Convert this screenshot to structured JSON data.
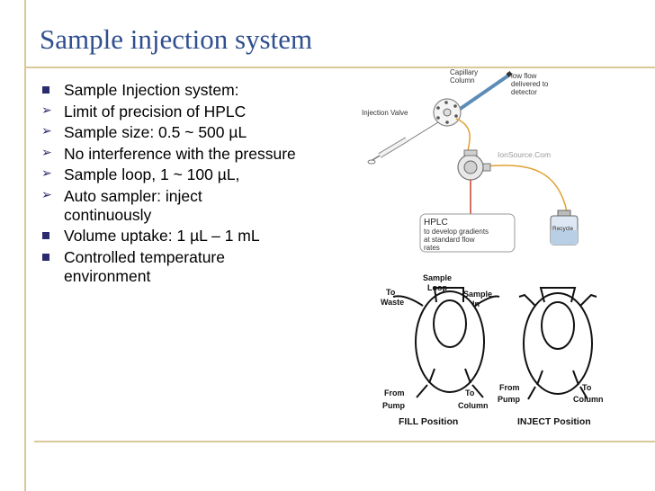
{
  "slide": {
    "title": "Sample injection system",
    "bullets": [
      {
        "marker": "square",
        "text": "Sample Injection system:"
      },
      {
        "marker": "arrow",
        "text": "Limit of precision of HPLC"
      },
      {
        "marker": "arrow",
        "text": "Sample size: 0.5 ~ 500 µL"
      },
      {
        "marker": "arrow",
        "text": "No interference with the pressure"
      },
      {
        "marker": "arrow",
        "text": "Sample loop, 1 ~ 100 µL,"
      },
      {
        "marker": "arrow",
        "text": "Auto sampler: inject continuously"
      },
      {
        "marker": "square",
        "text": "Volume uptake: 1 µL – 1 mL"
      },
      {
        "marker": "square",
        "text": "Controlled temperature environment"
      }
    ]
  },
  "diagram": {
    "capillary_line1": "Capillary",
    "capillary_line2": "Column",
    "low_flow_line1": "low flow",
    "low_flow_line2": "delivered to",
    "low_flow_line3": "detector",
    "injection_valve": "Injection Valve",
    "ionsource": "IonSource.Com",
    "hplc_title": "HPLC",
    "hplc_line1": "to develop gradients",
    "hplc_line2": "at standard flow",
    "hplc_line3": "rates",
    "recycle": "Recycle"
  },
  "valves": {
    "fill": {
      "to_waste_1": "To",
      "to_waste_2": "Waste",
      "sample_loop_1": "Sample",
      "sample_loop_2": "Loop",
      "sample_in_1": "Sample",
      "sample_in_2": "In",
      "from_pump_1": "From",
      "from_pump_2": "Pump",
      "to_column_1": "To",
      "to_column_2": "Column",
      "caption": "FILL Position"
    },
    "inject": {
      "from_pump_1": "From",
      "from_pump_2": "Pump",
      "to_column_1": "To",
      "to_column_2": "Column",
      "caption": "INJECT Position"
    }
  },
  "colors": {
    "title": "#2f4f8f",
    "rule": "#d9c89a",
    "bullet": "#2a2a6e",
    "capillary": "#5b8db8",
    "tubing_orange": "#e0a030",
    "tubing_red": "#c8402a"
  }
}
